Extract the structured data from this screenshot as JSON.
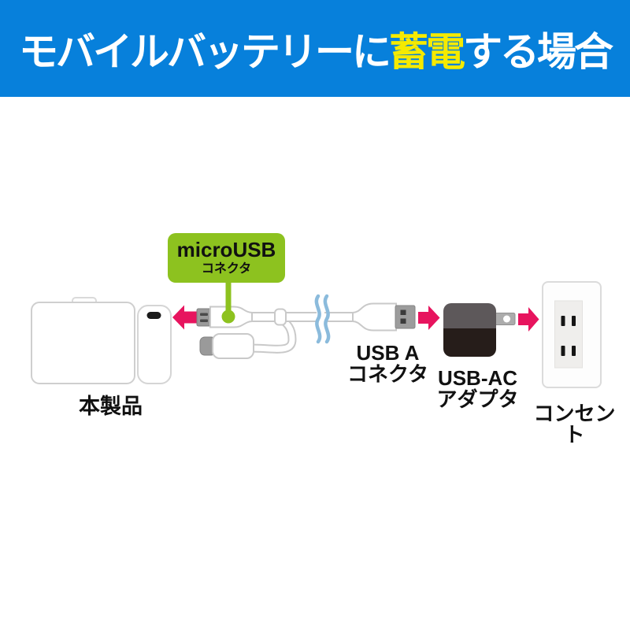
{
  "header": {
    "title_pre": "モバイルバッテリーに",
    "title_highlight": "蓄電",
    "title_post": "する場合"
  },
  "callout": {
    "title": "microUSB",
    "subtitle": "コネクタ"
  },
  "labels": {
    "product": "本製品",
    "usb_a_line1": "USB A",
    "usb_a_line2": "コネクタ",
    "adapter_line1": "USB-AC",
    "adapter_line2": "アダプタ",
    "outlet": "コンセント"
  },
  "colors": {
    "header_bg": "#0780DB",
    "highlight_text": "#F5EA00",
    "callout_green": "#8DC21F",
    "arrow_pink": "#E7145E",
    "cable_break_blue": "#8BBBDC"
  }
}
